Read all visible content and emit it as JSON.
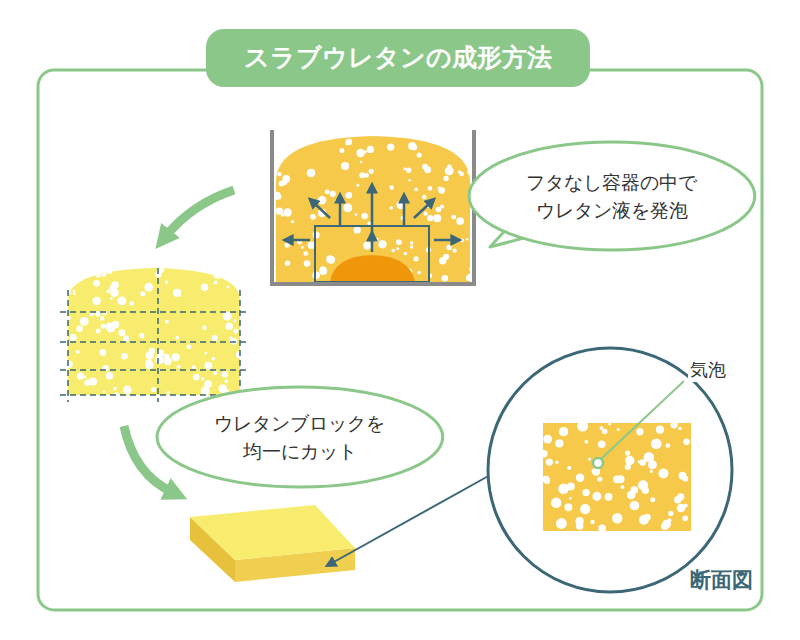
{
  "diagram": {
    "title": "スラブウレタンの成形方法",
    "nodes": [
      {
        "text": [
          "フタなし容器の中で ウレタン液を発泡"
        ]
      },
      {
        "text": [
          "ウレタンブロックを 均一にカット"
        ]
      }
    ],
    "labels": [
      "気泡",
      "断面図"
    ]
  }
}
